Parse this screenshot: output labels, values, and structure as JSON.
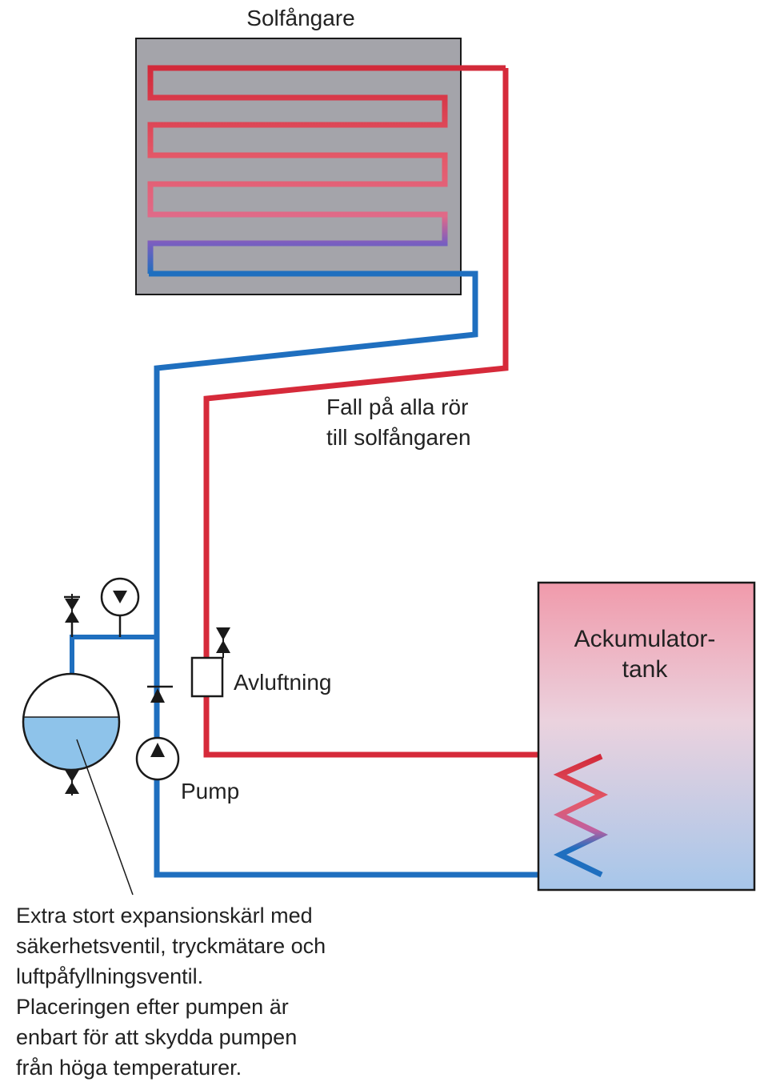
{
  "labels": {
    "collector": "Solfångare",
    "slope_line1": "Fall på alla rör",
    "slope_line2": "till solfångaren",
    "tank_line1": "Ackumulator-",
    "tank_line2": "tank",
    "vent": "Avluftning",
    "pump": "Pump"
  },
  "note": {
    "lines": [
      "Extra stort expansionskärl med",
      "säkerhetsventil, tryckmätare och",
      "luftpåfyllningsventil.",
      "Placeringen efter pumpen är",
      "enbart för att skydda pumpen",
      "från höga temperaturer."
    ]
  },
  "colors": {
    "hot_pipe": "#d62a3a",
    "cold_pipe": "#1f6fbf",
    "collector_panel": "#a4a4aa",
    "tank_top": "#f09aab",
    "tank_bottom": "#a6c6ea",
    "water": "#8ec3ea",
    "outline": "#1a1a1a"
  }
}
